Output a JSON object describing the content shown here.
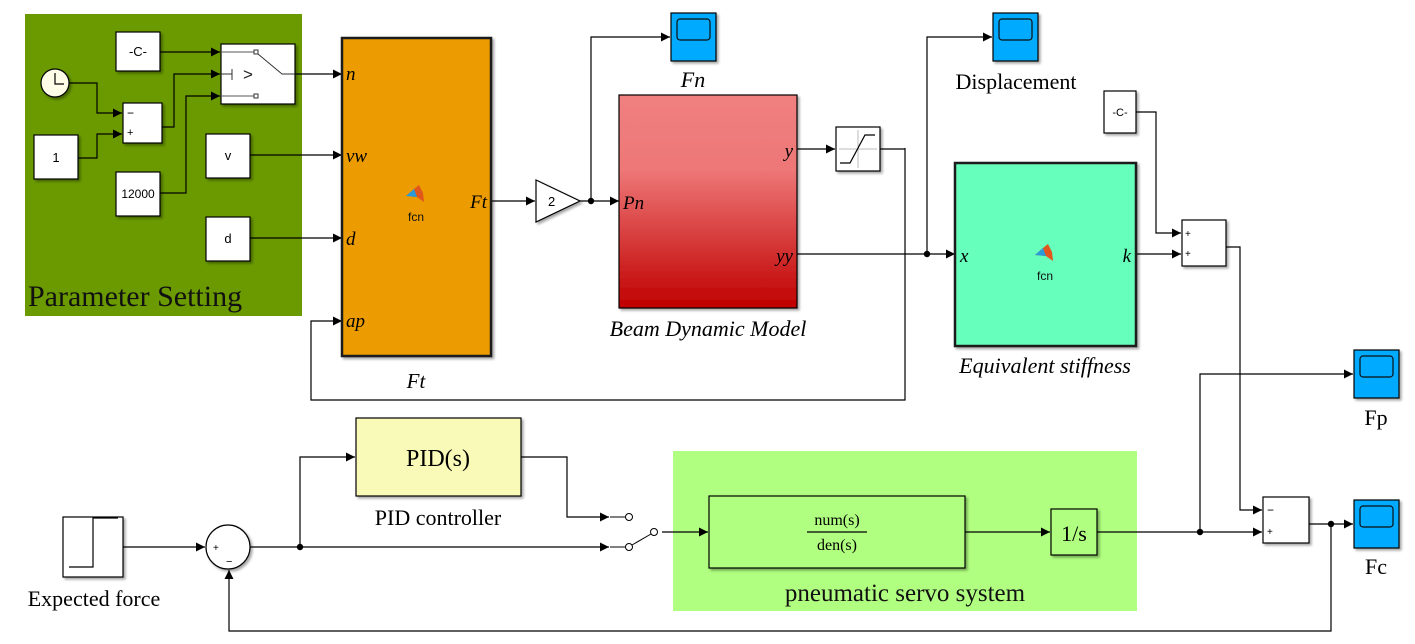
{
  "diagram": {
    "groups": {
      "parameter_setting": {
        "label": "Parameter Setting",
        "color": "#6a9a00"
      },
      "pneumatic_servo": {
        "label": "pneumatic servo system",
        "color": "#b0ff80"
      }
    },
    "blocks": {
      "const_c_top": {
        "text": "-C-"
      },
      "clock": {
        "icon": "clock-icon"
      },
      "const_one": {
        "text": "1"
      },
      "sum_param": {
        "signs": [
          "−",
          "+"
        ]
      },
      "const_12000": {
        "text": "12000"
      },
      "switch_param": {
        "threshold_symbol": ">"
      },
      "from_v": {
        "text": "v"
      },
      "from_d": {
        "text": "d"
      },
      "ft_fcn": {
        "label": "Ft",
        "center_text": "fcn",
        "color": "#ec9c00",
        "inputs": [
          "n",
          "vw",
          "d",
          "ap"
        ],
        "outputs": [
          "Ft"
        ]
      },
      "gain": {
        "text": "2"
      },
      "scope_fn": {
        "label": "Fn"
      },
      "beam_model": {
        "label": "Beam Dynamic Model",
        "inputs": [
          "Pn"
        ],
        "outputs": [
          "y",
          "yy"
        ],
        "color_top": "#f08080",
        "color_bottom": "#c00000"
      },
      "saturation": {
        "icon": "saturation-icon"
      },
      "scope_displacement": {
        "label": "Displacement"
      },
      "equiv_stiffness": {
        "label": "Equivalent stiffness",
        "center_text": "fcn",
        "color": "#66ffbb",
        "inputs": [
          "x"
        ],
        "outputs": [
          "k"
        ]
      },
      "const_c_right": {
        "text": "-C-"
      },
      "sum_right_top": {
        "signs": [
          "+",
          "+"
        ]
      },
      "scope_fp": {
        "label": "Fp"
      },
      "sum_right_bottom": {
        "signs": [
          "−",
          "+"
        ]
      },
      "scope_fc": {
        "label": "Fc"
      },
      "step": {
        "label": "Expected force"
      },
      "sum_circle": {
        "signs": [
          "+",
          "−"
        ]
      },
      "pid": {
        "text": "PID(s)",
        "label": "PID controller",
        "color": "#fafab8"
      },
      "manual_switch": {
        "icon": "manual-switch-icon"
      },
      "transfer_fcn": {
        "numerator": "num(s)",
        "denominator": "den(s)"
      },
      "integrator": {
        "text": "1/s"
      }
    },
    "colors": {
      "scope": "#00aaff",
      "block_white": "#ffffff",
      "wire": "#000000"
    }
  }
}
